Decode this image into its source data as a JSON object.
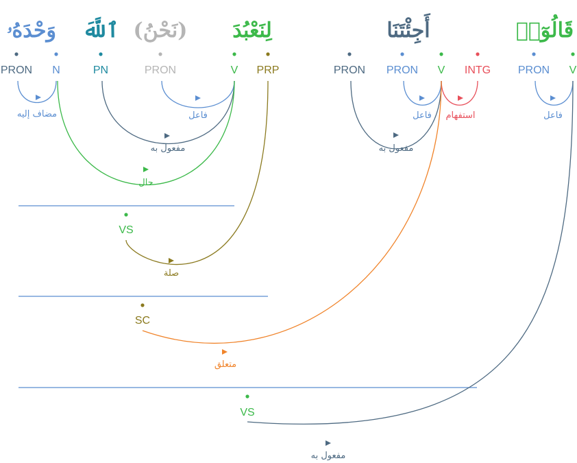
{
  "words": [
    {
      "text": "وَحْدَهُۥ",
      "color": "#5b8ed1"
    },
    {
      "text": "ٱللَّهَ",
      "color": "#1f8aa0"
    },
    {
      "text": "(نَحْنُ)",
      "color": "#b5b5b5"
    },
    {
      "text": "لِنَعْبُدَ",
      "color": "#3cb94a"
    },
    {
      "text": "أَجِئْتَنَا",
      "color": "#4e6a82"
    },
    {
      "text": "قَالُوٓا۟",
      "color": "#3cb94a"
    }
  ],
  "tags": [
    {
      "text": "PRON",
      "color": "#4e6a82"
    },
    {
      "text": "N",
      "color": "#5b8ed1"
    },
    {
      "text": "PN",
      "color": "#1f8aa0"
    },
    {
      "text": "PRON",
      "color": "#b5b5b5"
    },
    {
      "text": "V",
      "color": "#3cb94a"
    },
    {
      "text": "PRP",
      "color": "#8b7a1f"
    },
    {
      "text": "PRON",
      "color": "#4e6a82"
    },
    {
      "text": "PRON",
      "color": "#5b8ed1"
    },
    {
      "text": "V",
      "color": "#3cb94a"
    },
    {
      "text": "INTG",
      "color": "#e8505b"
    },
    {
      "text": "PRON",
      "color": "#5b8ed1"
    },
    {
      "text": "V",
      "color": "#3cb94a"
    }
  ],
  "nodes": [
    {
      "text": "VS",
      "color": "#3cb94a"
    },
    {
      "text": "SC",
      "color": "#8b7a1f"
    },
    {
      "text": "VS",
      "color": "#3cb94a"
    }
  ],
  "relations": [
    {
      "text": "مضاف إليه",
      "color": "#5b8ed1"
    },
    {
      "text": "فاعل",
      "color": "#5b8ed1"
    },
    {
      "text": "مفعول به",
      "color": "#4e6a82"
    },
    {
      "text": "حال",
      "color": "#3cb94a"
    },
    {
      "text": "صلة",
      "color": "#8b7a1f"
    },
    {
      "text": "مفعول به",
      "color": "#4e6a82"
    },
    {
      "text": "فاعل",
      "color": "#5b8ed1"
    },
    {
      "text": "استفهام",
      "color": "#e8505b"
    },
    {
      "text": "فاعل",
      "color": "#5b8ed1"
    },
    {
      "text": "متعلق",
      "color": "#f0842b"
    },
    {
      "text": "مفعول به",
      "color": "#4e6a82"
    }
  ],
  "colors": {
    "separator": "#5b8ed1"
  }
}
